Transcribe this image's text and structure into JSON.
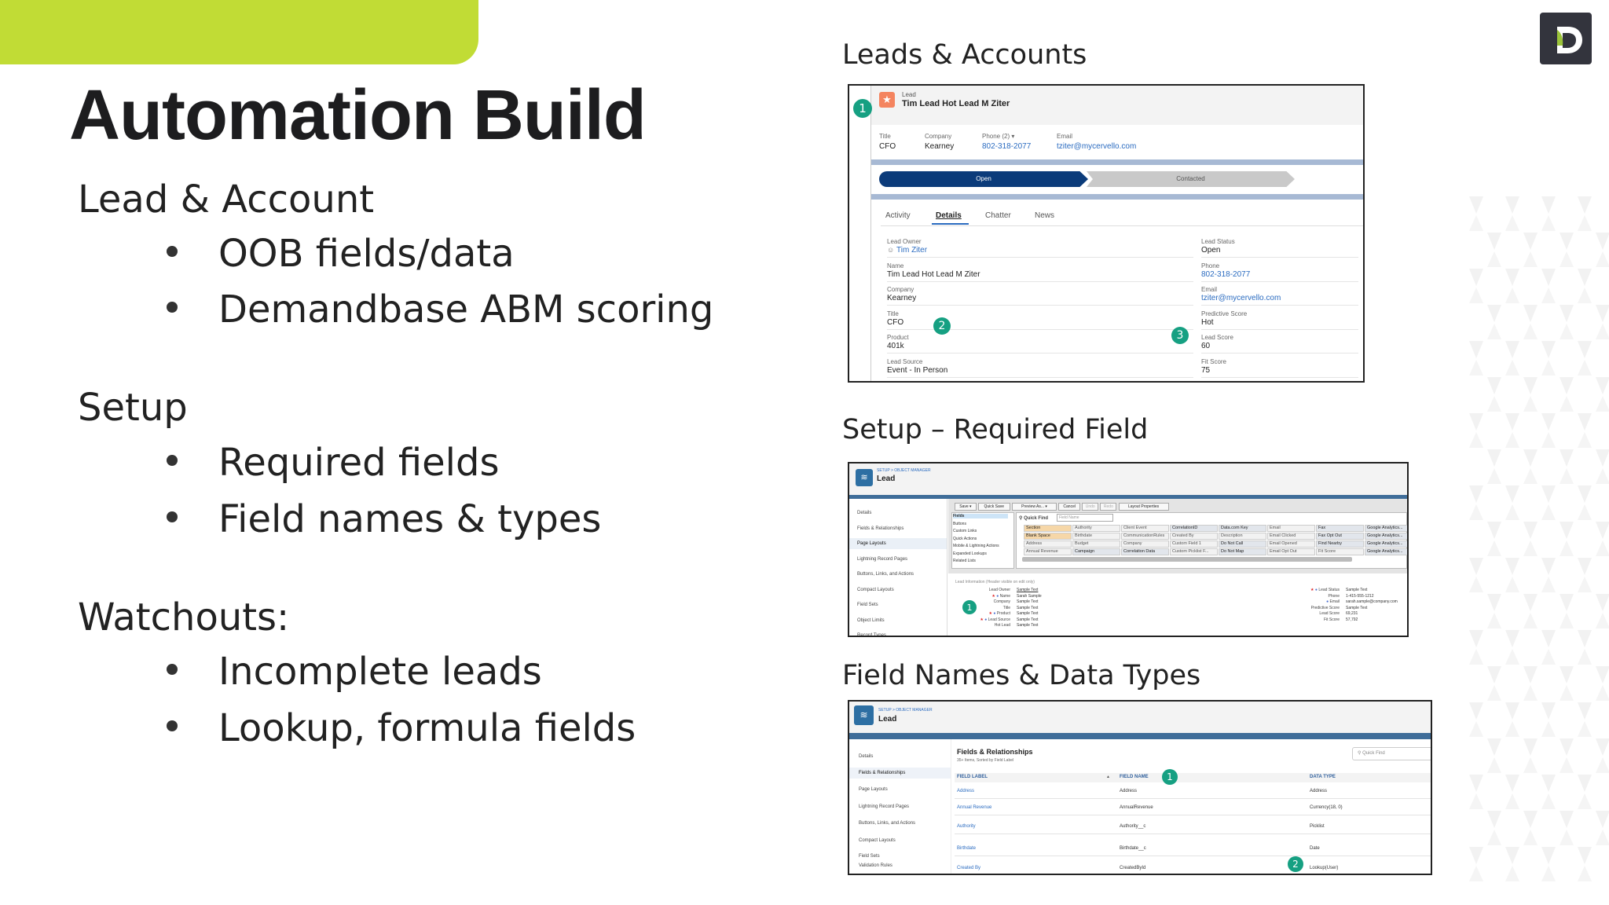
{
  "slide": {
    "title": "Automation Build",
    "colors": {
      "accent_green": "#c1dc35",
      "badge_teal": "#16a082",
      "logo_bg": "#33343d",
      "salesforce_navy": "#0b3b7a"
    },
    "logo_icon": "demandbase-d-logo",
    "sections": [
      {
        "heading": "Lead & Account",
        "bullets": [
          "OOB fields/data",
          "Demandbase ABM scoring"
        ]
      },
      {
        "heading": "Setup",
        "bullets": [
          "Required fields",
          "Field names & types"
        ]
      },
      {
        "heading": "Watchouts:",
        "bullets": [
          "Incomplete leads",
          "Lookup, formula fields"
        ]
      }
    ]
  },
  "panels": {
    "leads": {
      "heading": "Leads & Accounts",
      "object_label": "Lead",
      "record_name": "Tim Lead Hot Lead M Ziter",
      "highlights": [
        {
          "label": "Title",
          "value": "CFO"
        },
        {
          "label": "Company",
          "value": "Kearney"
        },
        {
          "label": "Phone (2) ▾",
          "value": "802-318-2077"
        },
        {
          "label": "Email",
          "value": "tziter@mycervello.com"
        }
      ],
      "path": [
        "Open",
        "Contacted"
      ],
      "tabs": [
        "Activity",
        "Details",
        "Chatter",
        "News"
      ],
      "active_tab": "Details",
      "left_fields": [
        {
          "label": "Lead Owner",
          "value": "Tim Ziter"
        },
        {
          "label": "Name",
          "value": "Tim Lead Hot Lead M Ziter"
        },
        {
          "label": "Company",
          "value": "Kearney"
        },
        {
          "label": "Title",
          "value": "CFO"
        },
        {
          "label": "Product",
          "value": "401k"
        },
        {
          "label": "Lead Source",
          "value": "Event - In Person"
        }
      ],
      "right_fields": [
        {
          "label": "Lead Status",
          "value": "Open"
        },
        {
          "label": "Phone",
          "value": "802-318-2077"
        },
        {
          "label": "Email",
          "value": "tziter@mycervello.com"
        },
        {
          "label": "Predictive Score",
          "value": "Hot"
        },
        {
          "label": "Lead Score",
          "value": "60"
        },
        {
          "label": "Fit Score",
          "value": "75"
        }
      ],
      "badges": [
        "1",
        "2",
        "3"
      ]
    },
    "setup": {
      "heading": "Setup – Required Field",
      "breadcrumb": "SETUP > OBJECT MANAGER",
      "object": "Lead",
      "sidebar": [
        "Details",
        "Fields & Relationships",
        "Page Layouts",
        "Lightning Record Pages",
        "Buttons, Links, and Actions",
        "Compact Layouts",
        "Field Sets",
        "Object Limits",
        "Record Types"
      ],
      "active_item": "Page Layouts",
      "toolbar": [
        "Save ▾",
        "Quick Save",
        "Preview As... ▾",
        "Cancel",
        "Undo",
        "Redo",
        "Layout Properties"
      ],
      "palette_categories": [
        "Fields",
        "Buttons",
        "Custom Links",
        "Quick Actions",
        "Mobile & Lightning Actions",
        "Expanded Lookups",
        "Related Lists"
      ],
      "quick_find_label": "Quick Find",
      "quick_find_placeholder": "Field Name",
      "palette_grid": [
        [
          "Section",
          "Authority",
          "Client Event",
          "CorrelationID",
          "Data.com Key",
          "Email",
          "Fax",
          "Google Analytics..."
        ],
        [
          "Blank Space",
          "Birthdate",
          "CommunicationRules",
          "Created By",
          "Description",
          "Email Clicked",
          "Fax Opt Out",
          "Google Analytics..."
        ],
        [
          "Address",
          "Budget",
          "Company",
          "Custom Field 1",
          "Do Not Call",
          "Email Opened",
          "Find Nearby",
          "Google Analytics..."
        ],
        [
          "Annual Revenue",
          "Campaign",
          "Correlation Data",
          "Custom Picklist F...",
          "Do Not Map",
          "Email Opt Out",
          "Fit Score",
          "Google Analytics..."
        ]
      ],
      "section_header": "Lead Information (Header visible on edit only)",
      "left_fields": [
        {
          "label": "Lead Owner",
          "value": "Sample Text",
          "required": false
        },
        {
          "label": "Name",
          "value": "Sarah Sample",
          "required": true
        },
        {
          "label": "Company",
          "value": "Sample Text",
          "required": false
        },
        {
          "label": "Title",
          "value": "Sample Text",
          "required": false
        },
        {
          "label": "Product",
          "value": "Sample Text",
          "required": true
        },
        {
          "label": "Lead Source",
          "value": "Sample Text",
          "required": true
        },
        {
          "label": "Hot Lead",
          "value": "Sample Text",
          "required": false
        }
      ],
      "right_fields": [
        {
          "label": "Lead Status",
          "value": "Sample Text",
          "required": true
        },
        {
          "label": "Phone",
          "value": "1-415-555-1212",
          "required": false
        },
        {
          "label": "Email",
          "value": "sarah.sample@company.com",
          "required": false
        },
        {
          "label": "Predictive Score",
          "value": "Sample Text",
          "required": false
        },
        {
          "label": "Lead Score",
          "value": "69,231",
          "required": false
        },
        {
          "label": "Fit Score",
          "value": "57,792",
          "required": false
        }
      ],
      "badge": "1"
    },
    "fields": {
      "heading": "Field Names & Data Types",
      "breadcrumb": "SETUP > OBJECT MANAGER",
      "object": "Lead",
      "sidebar": [
        "Details",
        "Fields & Relationships",
        "Page Layouts",
        "Lightning Record Pages",
        "Buttons, Links, and Actions",
        "Compact Layouts",
        "Field Sets",
        "Validation Rules"
      ],
      "active_item": "Fields & Relationships",
      "title": "Fields & Relationships",
      "subtitle": "35+ Items, Sorted by Field Label",
      "quick_find_placeholder": "Quick Find",
      "columns": [
        "FIELD LABEL",
        "FIELD NAME",
        "DATA TYPE"
      ],
      "rows": [
        [
          "Address",
          "Address",
          "Address"
        ],
        [
          "Annual Revenue",
          "AnnualRevenue",
          "Currency(18, 0)"
        ],
        [
          "Authority",
          "Authority__c",
          "Picklist"
        ],
        [
          "Birthdate",
          "Birthdate__c",
          "Date"
        ],
        [
          "Created By",
          "CreatedById",
          "Lookup(User)"
        ]
      ],
      "badges": [
        "1",
        "2"
      ]
    }
  }
}
